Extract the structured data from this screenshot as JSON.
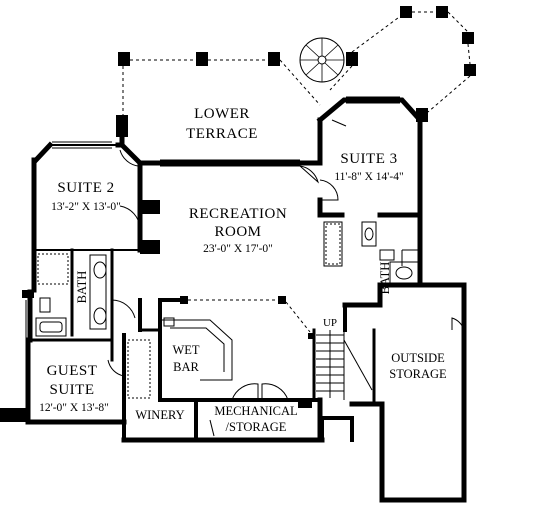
{
  "rooms": {
    "lower_terrace": {
      "line1": "LOWER",
      "line2": "TERRACE"
    },
    "suite2": {
      "name": "SUITE 2",
      "dims": "13'-2\" X 13'-0\""
    },
    "suite3": {
      "name": "SUITE 3",
      "dims": "11'-8\" X 14'-4\""
    },
    "recreation": {
      "line1": "RECREATION",
      "line2": "ROOM",
      "dims": "23'-0\" X 17'-0\""
    },
    "bath_left": {
      "name": "BATH"
    },
    "bath_right": {
      "name": "BATH"
    },
    "wet_bar": {
      "line1": "WET",
      "line2": "BAR"
    },
    "guest_suite": {
      "line1": "GUEST",
      "line2": "SUITE",
      "dims": "12'-0\" X 13'-8\""
    },
    "winery": {
      "name": "WINERY"
    },
    "mechanical": {
      "line1": "MECHANICAL",
      "line2": "/STORAGE"
    },
    "outside_storage": {
      "line1": "OUTSIDE",
      "line2": "STORAGE"
    },
    "stair": {
      "label": "UP"
    }
  }
}
